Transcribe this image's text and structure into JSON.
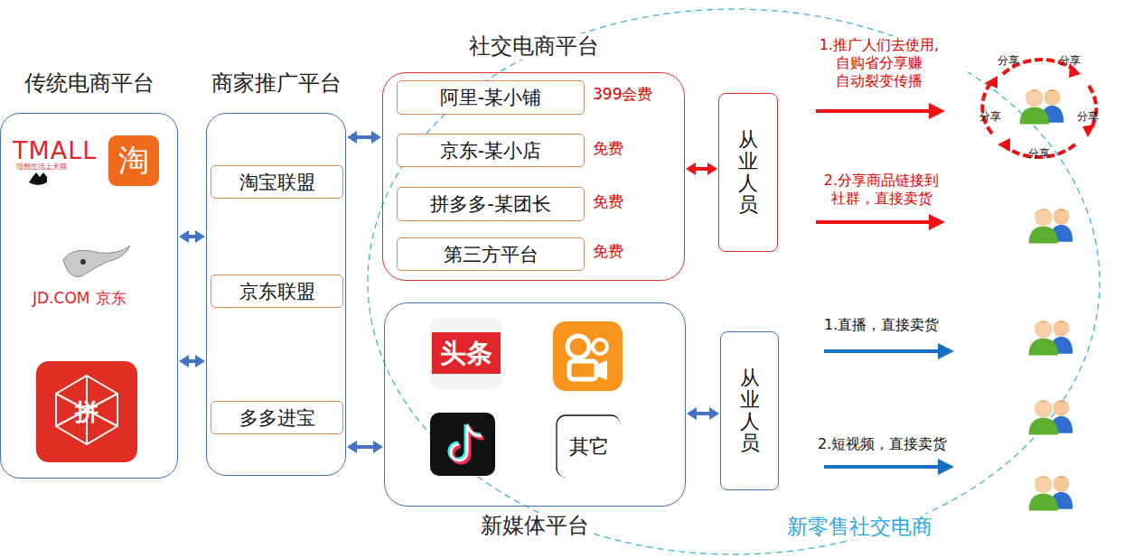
{
  "diagram": {
    "nodes": [
      {
        "text": [
          "传统电商平台"
        ]
      },
      {
        "text": [
          "商家推广平台"
        ]
      },
      {
        "text": [
          "淘宝联盟"
        ],
        "in": 1
      },
      {
        "text": [
          "京东联盟"
        ],
        "in": 1
      },
      {
        "text": [
          "多多进宝"
        ],
        "in": 1
      },
      {
        "text": [
          "社交电商平台"
        ]
      },
      {
        "text": [
          "阿里-某小铺"
        ],
        "in": 5
      },
      {
        "text": [
          "京东-某小店"
        ],
        "in": 5
      },
      {
        "text": [
          "拼多多-某团长"
        ],
        "in": 5
      },
      {
        "text": [
          "第三方平台"
        ],
        "in": 5
      },
      {
        "text": [
          "从业人员"
        ]
      },
      {
        "text": [
          "新媒体平台"
        ]
      },
      {
        "text": [
          "其它"
        ],
        "in": 11
      },
      {
        "text": [
          "从业人员"
        ]
      }
    ],
    "edges": [
      {
        "from": 0,
        "to": 1,
        "arrow": "both"
      },
      {
        "from": 0,
        "to": 1,
        "arrow": "both"
      },
      {
        "from": 1,
        "to": 5,
        "arrow": "both"
      },
      {
        "from": 1,
        "to": 11,
        "arrow": "both"
      },
      {
        "from": 5,
        "to": 10,
        "arrow": "both"
      },
      {
        "from": 11,
        "to": 13,
        "arrow": "both"
      }
    ],
    "labels": [
      "TMALL",
      "理想生活上天猫",
      "淘",
      "JD.COM",
      "京东",
      "拼",
      "头条",
      "399会费",
      "免费",
      "免费",
      "免费",
      "1.推广人们去使用, 自购省分享赚 自动裂变传播",
      "2.分享商品链接到 社群，直接卖货",
      "1.直播，直接卖货",
      "2.短视频，直接卖货",
      "分享",
      "分享",
      "分享",
      "分享",
      "分享",
      "新零售社交电商"
    ]
  }
}
